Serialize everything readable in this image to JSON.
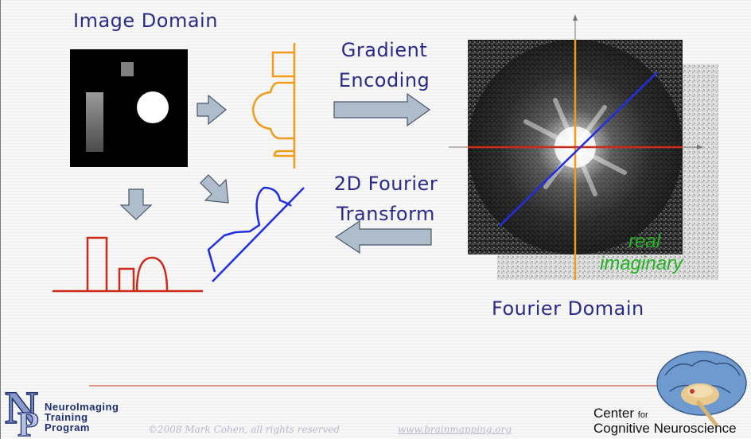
{
  "labels": {
    "image_domain": "Image Domain",
    "gradient_encoding_line1": "Gradient",
    "gradient_encoding_line2": "Encoding",
    "fourier_transform_line1": "2D Fourier",
    "fourier_transform_line2": "Transform",
    "fourier_domain": "Fourier Domain",
    "real": "real",
    "imaginary": "imaginary"
  },
  "colors": {
    "label_text": "#2a2a8c",
    "profile_orange": "#f29a1a",
    "profile_blue": "#1f2ee6",
    "profile_red": "#cc2a1a",
    "real_imag_text": "#22b422",
    "arrow_fill": "#aebccb"
  },
  "footer": {
    "copyright": "©2008 Mark Cohen, all rights reserved",
    "url": "www.brainmapping.org"
  },
  "logo_left": {
    "initials": "NP",
    "line1": "NeuroImaging",
    "line2": "Training",
    "line3": "Program"
  },
  "logo_right": {
    "center": "Center",
    "for": "for",
    "name": "Cognitive Neuroscience",
    "icon": "brain-icon"
  }
}
